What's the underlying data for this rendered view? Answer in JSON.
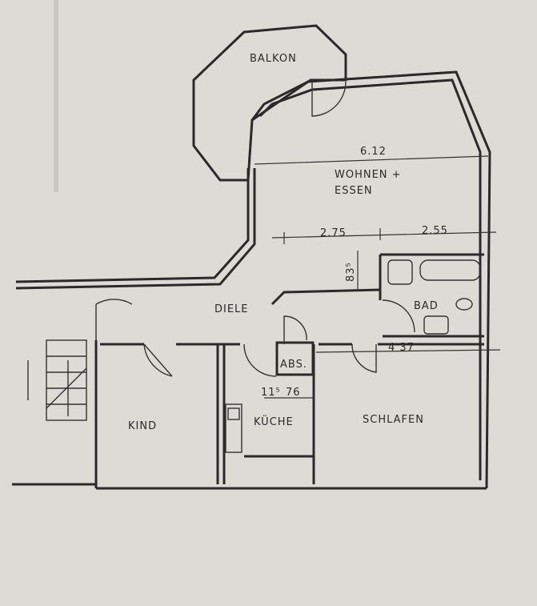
{
  "rooms": {
    "balkon": "BALKON",
    "wohnen_line1": "WOHNEN +",
    "wohnen_line2": "ESSEN",
    "bad": "BAD",
    "diele": "DIELE",
    "abs": "ABS.",
    "kind": "KIND",
    "kueche": "KÜCHE",
    "schlafen": "SCHLAFEN"
  },
  "dimensions": {
    "wohnen_width": "6.12",
    "left_segment": "2.75",
    "right_segment": "2.55",
    "bad_depth": "83⁵",
    "schlafen_width": "4 37",
    "abs_small": "11⁵",
    "abs_width": "76"
  }
}
